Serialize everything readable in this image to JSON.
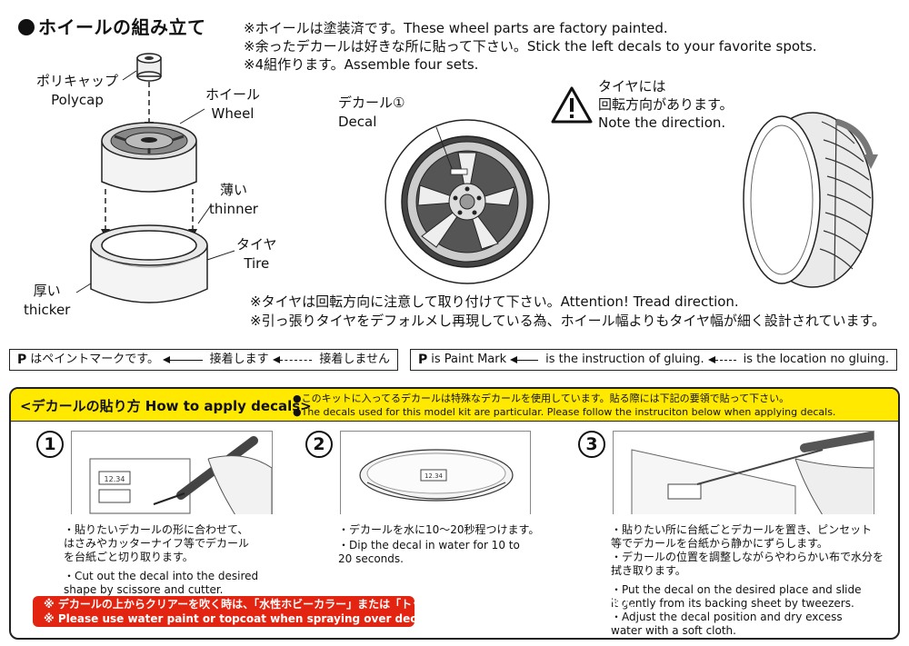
{
  "title": "ホイールの組み立て",
  "notes": [
    "※ホイールは塗装済です。These wheel parts are factory painted.",
    "※余ったデカールは好きな所に貼って下さい。Stick the left decals to your favorite spots.",
    "※4組作ります。Assemble four sets."
  ],
  "parts": {
    "polycap_jp": "ポリキャップ",
    "polycap_en": "Polycap",
    "wheel_jp": "ホイール",
    "wheel_en": "Wheel",
    "thinner_jp": "薄い",
    "thinner_en": "thinner",
    "tire_jp": "タイヤ",
    "tire_en": "Tire",
    "thicker_jp": "厚い",
    "thicker_en": "thicker",
    "decal_jp": "デカール①",
    "decal_en": "Decal",
    "direction_jp1": "タイヤには",
    "direction_jp2": "回転方向があります。",
    "direction_en": "Note the direction."
  },
  "bottom_notes": [
    "※タイヤは回転方向に注意して取り付けて下さい。Attention! Tread direction.",
    "※引っ張りタイヤをデフォルメし再現している為、ホイール幅よりもタイヤ幅が細く設計されています。"
  ],
  "legend": {
    "jp_p": "P",
    "jp_paint": "はペイントマークです。",
    "jp_glue": "接着します",
    "jp_noglue": "接着しません",
    "en_p": "P",
    "en_paint": "is Paint Mark",
    "en_glue": "is the instruction of gluing.",
    "en_noglue": "is the location no gluing."
  },
  "decal_guide": {
    "title": "<デカールの貼り方 How to apply decals>",
    "notice_jp": "●このキットに入ってるデカールは特殊なデカールを使用しています。貼る際には下記の要領で貼って下さい。",
    "notice_en": "●The decals used for this model kit are particular. Please follow the instruciton below when applying decals.",
    "steps": [
      {
        "num": "1",
        "jp": [
          "・貼りたいデカールの形に合わせて、",
          "はさみやカッターナイフ等でデカール",
          "を台紙ごと切り取ります。"
        ],
        "en": [
          "・Cut out the decal into the desired",
          "shape by scissore and cutter."
        ]
      },
      {
        "num": "2",
        "jp": [
          "・デカールを水に10～20秒程つけます。"
        ],
        "en": [
          "・Dip the decal in water for 10 to",
          "20 seconds."
        ]
      },
      {
        "num": "3",
        "jp": [
          "・貼りたい所に台紙ごとデカールを置き、ピンセット",
          "等でデカールを台紙から静かにずらします。",
          "・デカールの位置を調整しながらやわらかい布で水分を",
          "拭き取ります。"
        ],
        "en": [
          "・Put the decal on the desired place and slide",
          "it gently from its backing sheet by tweezers.",
          "・Adjust the decal position and dry excess",
          "water with a soft cloth."
        ]
      }
    ],
    "decal_sample_label": "12.34",
    "warning_jp": "※ デカールの上からクリアーを吹く時は、「水性ホビーカラー」または「トップコート(水性スプレー)」をご使用下さい。",
    "warning_en": "※ Please use water paint or topcoat when spraying over decals."
  },
  "colors": {
    "header_yellow": "#ffe900",
    "warning_red": "#e32411"
  }
}
